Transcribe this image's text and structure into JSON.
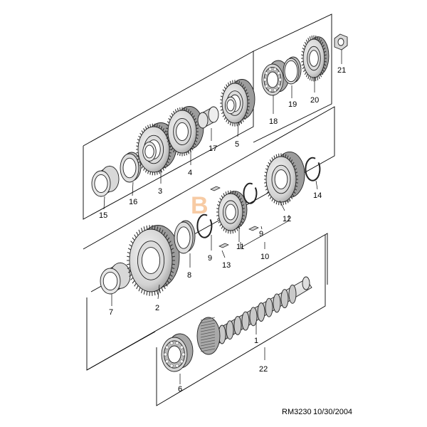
{
  "diagram": {
    "caption": {
      "code": "RM3230",
      "date": "10/30/2004"
    },
    "watermark": "B",
    "callouts": [
      "1",
      "2",
      "3",
      "4",
      "5",
      "6",
      "7",
      "8",
      "9",
      "9",
      "10",
      "11",
      "12",
      "13",
      "14",
      "15",
      "16",
      "17",
      "18",
      "19",
      "20",
      "21",
      "22"
    ],
    "colors": {
      "line": "#000000",
      "gear_fill": "#e4e4e4",
      "gear_shade": "#b8b8b8",
      "watermark": "#f2a25a"
    }
  }
}
